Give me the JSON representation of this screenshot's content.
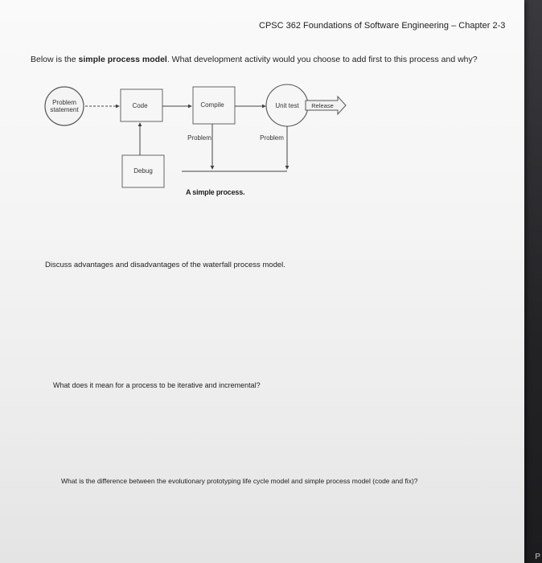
{
  "document": {
    "header": "CPSC 362 Foundations of Software Engineering – Chapter 2-3",
    "question1": {
      "prefix": "Below is the ",
      "bold": "simple process model",
      "suffix": ". What development activity would you choose to add first to this process and why?"
    },
    "question2": "Discuss advantages and disadvantages of the waterfall process model.",
    "question3": "What does it mean for a process to be iterative and incremental?",
    "question4": "What is the difference between the evolutionary prototyping life cycle model and simple process model (code and fix)?"
  },
  "diagram": {
    "problem_statement_line1": "Problem",
    "problem_statement_line2": "statement",
    "code": "Code",
    "compile": "Compile",
    "unit_test": "Unit test",
    "release": "Release",
    "problem_left": "Problem",
    "problem_right": "Problem",
    "debug": "Debug",
    "caption": "A simple process."
  },
  "corner_mark": "P"
}
